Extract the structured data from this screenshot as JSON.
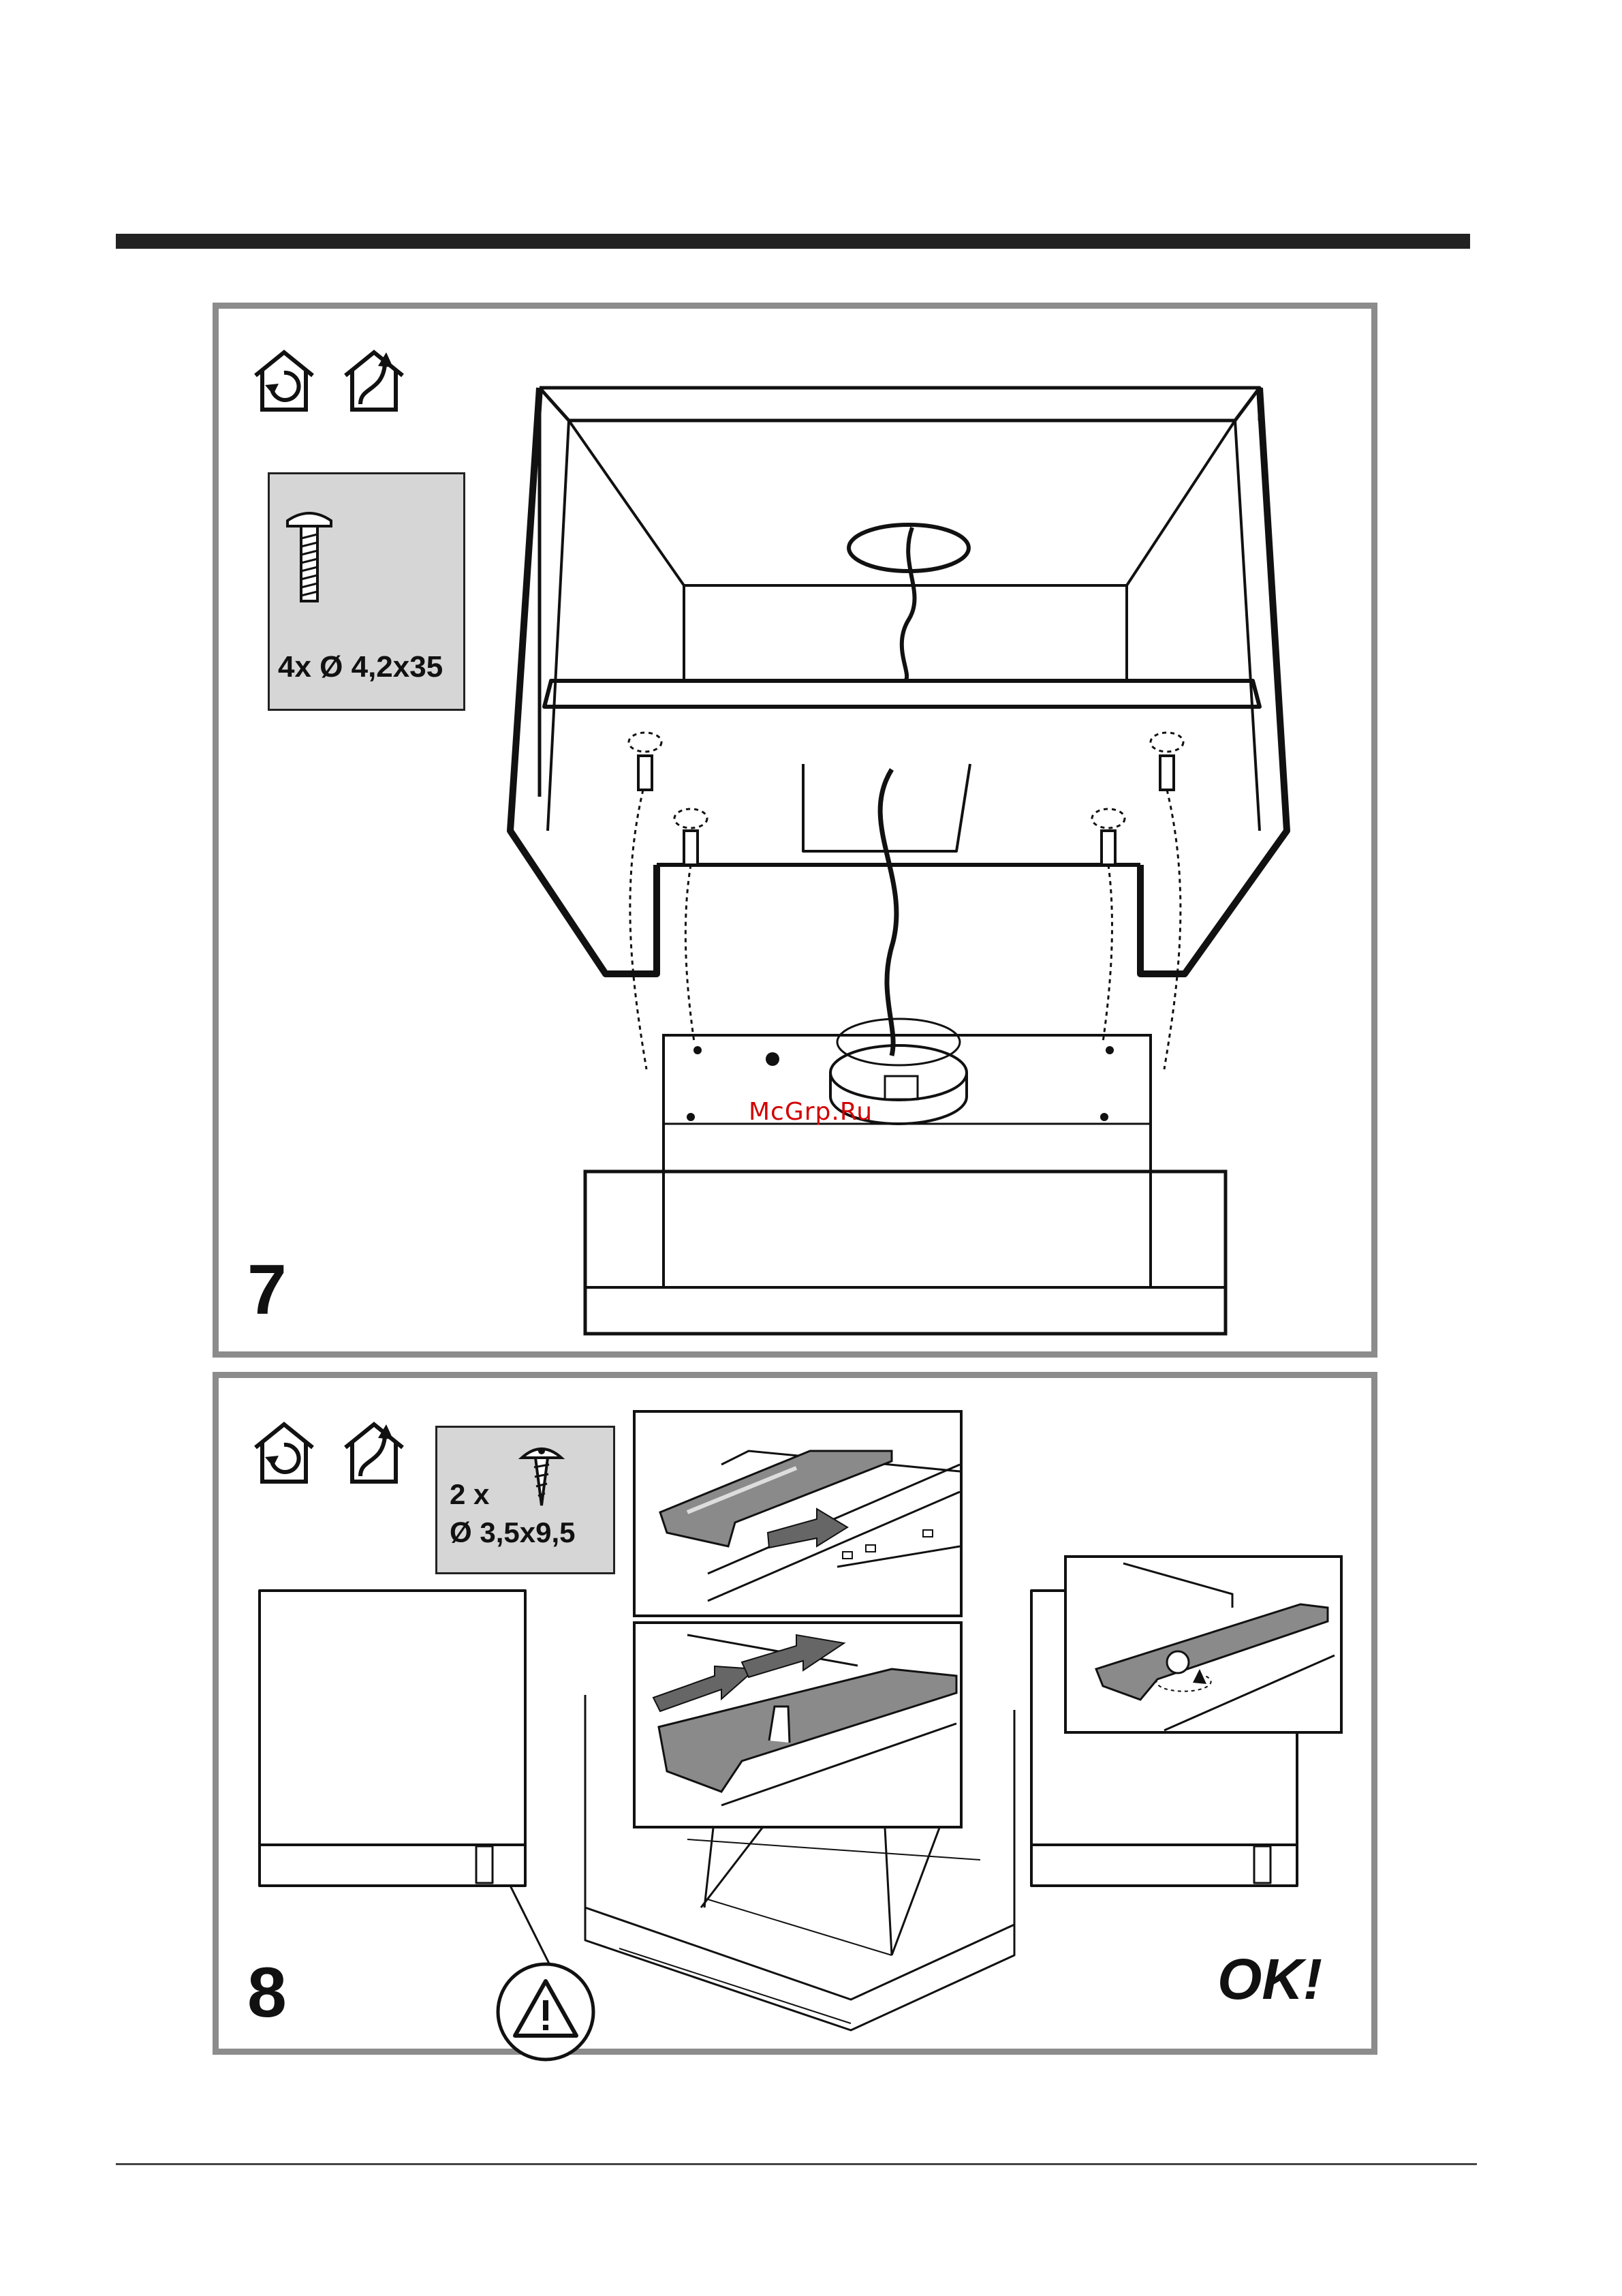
{
  "step7": {
    "number": "7",
    "screw_spec": "4x Ø 4,2x35",
    "icons": [
      "recirculation-mode-icon",
      "extraction-mode-icon"
    ]
  },
  "step8": {
    "number": "8",
    "screw_spec_line1": "2 x",
    "screw_spec_line2": "Ø 3,5x9,5",
    "ok_label": "OK!",
    "icons": [
      "recirculation-mode-icon",
      "extraction-mode-icon",
      "warning-icon"
    ]
  },
  "watermark": "McGrp.Ru"
}
